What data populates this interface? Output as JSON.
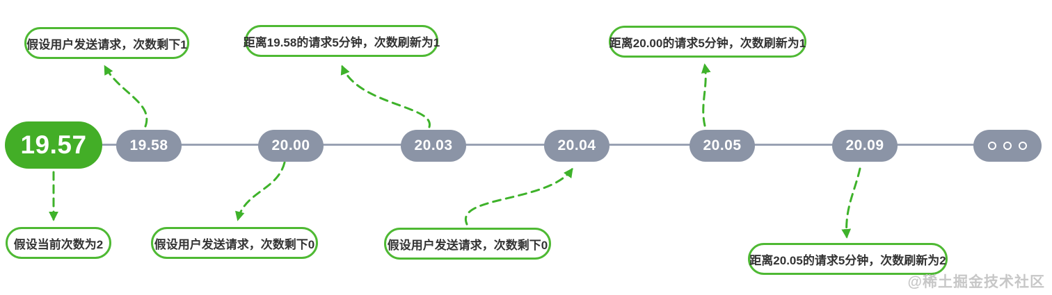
{
  "colors": {
    "accent_green": "#43ae27",
    "outline_green": "#4eb933",
    "arrow_green": "#3eb22a",
    "node_gray": "#8b94a6",
    "line_gray": "#99a1b3",
    "text_dark": "#333333",
    "watermark_gray": "#c7c7c7"
  },
  "timeline": {
    "nodes": [
      {
        "label": "19.57",
        "state": "highlight"
      },
      {
        "label": "19.58",
        "state": "normal"
      },
      {
        "label": "20.00",
        "state": "normal"
      },
      {
        "label": "20.03",
        "state": "normal"
      },
      {
        "label": "20.04",
        "state": "normal"
      },
      {
        "label": "20.05",
        "state": "normal"
      },
      {
        "label": "20.09",
        "state": "normal"
      },
      {
        "label": "...",
        "state": "ellipsis"
      }
    ]
  },
  "callouts": [
    {
      "text": "假设用户发送请求，次数剩下1",
      "position": "top",
      "points_to": "19.58"
    },
    {
      "text": "距离19.58的请求5分钟，次数刷新为1",
      "position": "top",
      "points_to": "20.03"
    },
    {
      "text": "距离20.00的请求5分钟，次数刷新为1",
      "position": "top",
      "points_to": "20.05"
    },
    {
      "text": "假设当前次数为2",
      "position": "bottom",
      "points_to": "19.57"
    },
    {
      "text": "假设用户发送请求，次数剩下0",
      "position": "bottom",
      "points_to": "20.00"
    },
    {
      "text": "假设用户发送请求，次数剩下0",
      "position": "bottom",
      "points_to": "20.04"
    },
    {
      "text": "距离20.05的请求5分钟，次数刷新为2",
      "position": "bottom",
      "points_to": "20.09"
    }
  ],
  "watermark": "@稀土掘金技术社区"
}
